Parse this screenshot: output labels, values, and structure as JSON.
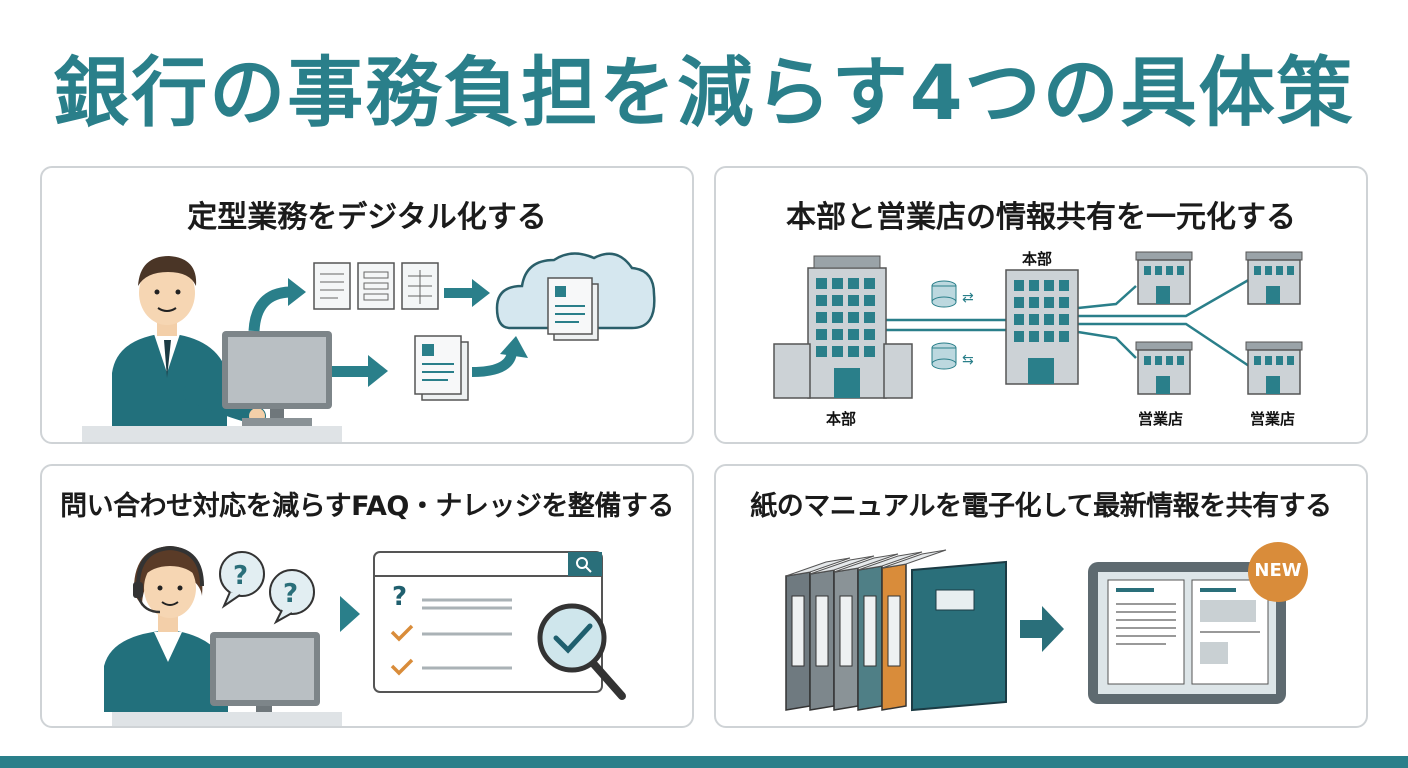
{
  "title": "銀行の事務負担を減らす4つの具体策",
  "cards": [
    {
      "title": "定型業務をデジタル化する"
    },
    {
      "title": "本部と営業店の情報共有を一元化する",
      "labels": {
        "hq_main": "本部",
        "hq_small": "本部",
        "branch_a": "営業店",
        "branch_b": "営業店"
      }
    },
    {
      "title": "問い合わせ対応を減らすFAQ・ナレッジを整備する",
      "faq_mark": "?"
    },
    {
      "title": "紙のマニュアルを電子化して最新情報を共有する",
      "badge": "NEW"
    }
  ],
  "colors": {
    "accent": "#2a7f8a",
    "dark_teal": "#1f5f6e",
    "orange": "#d98c3a",
    "border": "#cfd3d6"
  }
}
